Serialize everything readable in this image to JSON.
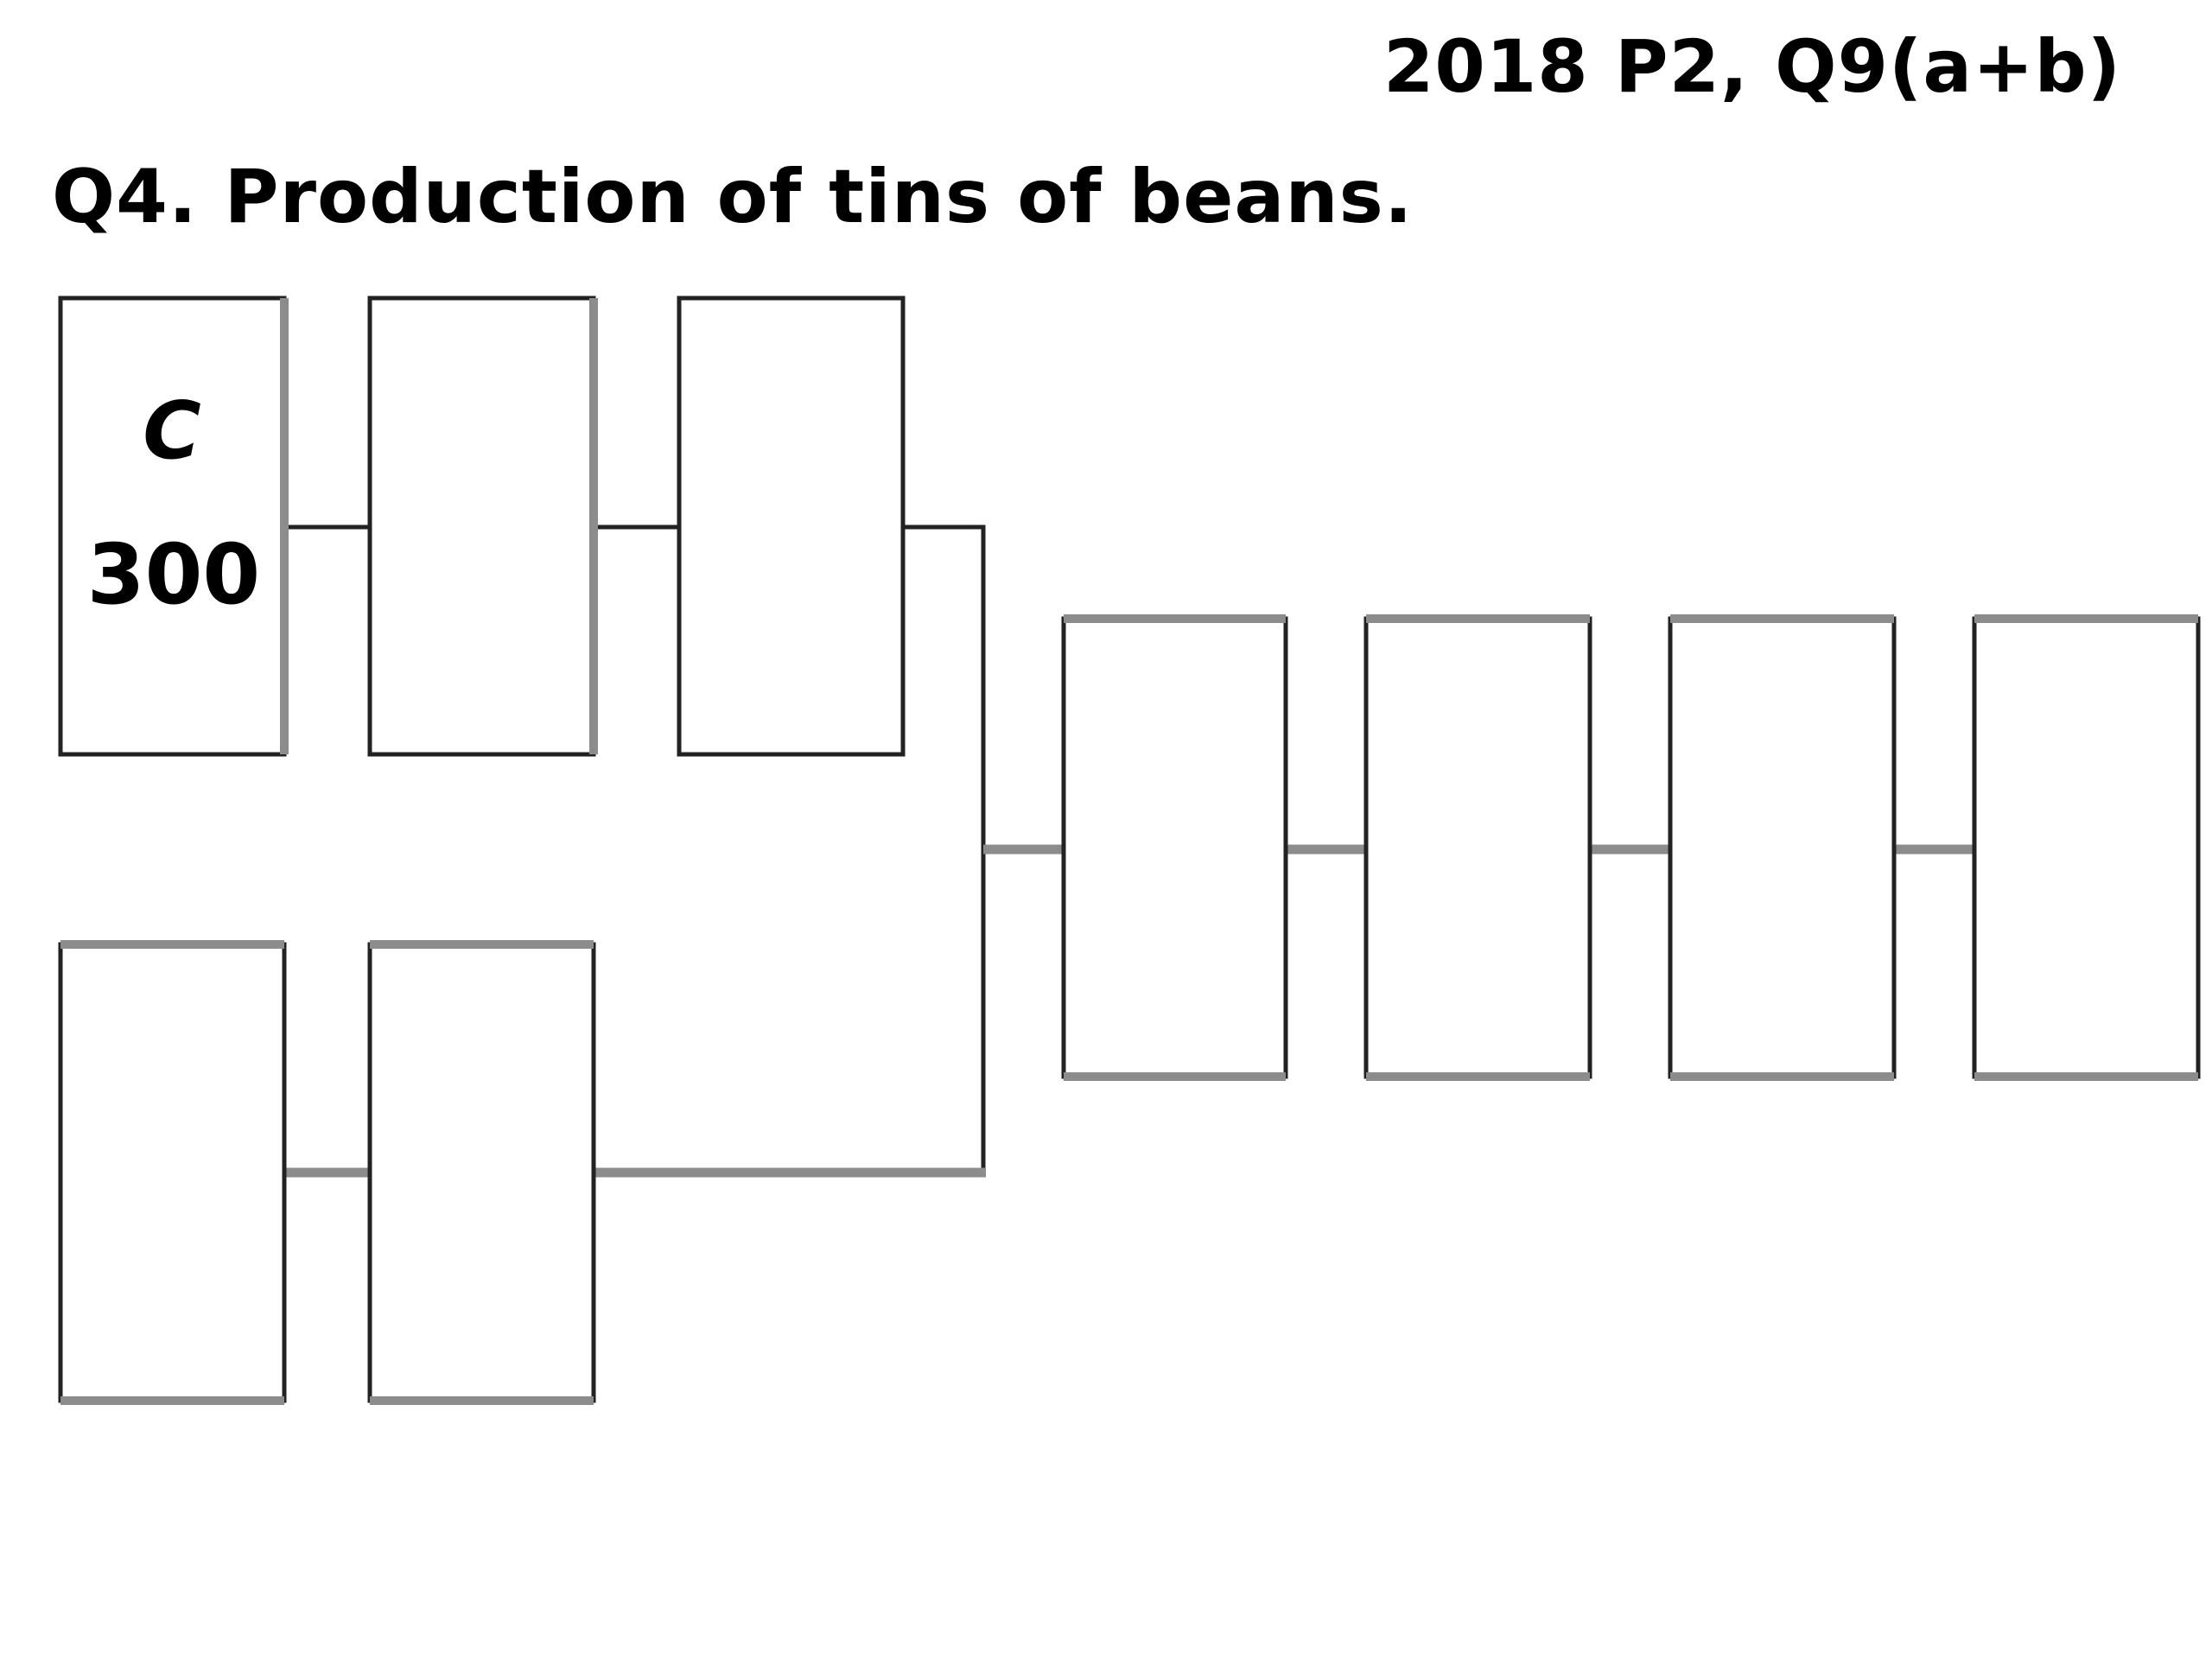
{
  "header": {
    "reference": "2018 P2, Q9(a+b)",
    "title": "Q4. Production of tins of beans."
  },
  "diagram": {
    "boxes": [
      {
        "id": "b1",
        "letter": "C",
        "value": "300"
      },
      {
        "id": "b2",
        "letter": "",
        "value": ""
      },
      {
        "id": "b3",
        "letter": "",
        "value": ""
      },
      {
        "id": "b4",
        "letter": "",
        "value": ""
      },
      {
        "id": "b5",
        "letter": "",
        "value": ""
      },
      {
        "id": "b6",
        "letter": "",
        "value": ""
      },
      {
        "id": "b7",
        "letter": "",
        "value": ""
      },
      {
        "id": "b8",
        "letter": "",
        "value": ""
      },
      {
        "id": "b9",
        "letter": "",
        "value": ""
      }
    ],
    "connections": [
      [
        "b1",
        "b2"
      ],
      [
        "b2",
        "b3"
      ],
      [
        "b4",
        "b5"
      ],
      [
        "b3",
        "b6"
      ],
      [
        "b5",
        "b6"
      ],
      [
        "b6",
        "b7"
      ],
      [
        "b7",
        "b8"
      ],
      [
        "b8",
        "b9"
      ]
    ]
  }
}
